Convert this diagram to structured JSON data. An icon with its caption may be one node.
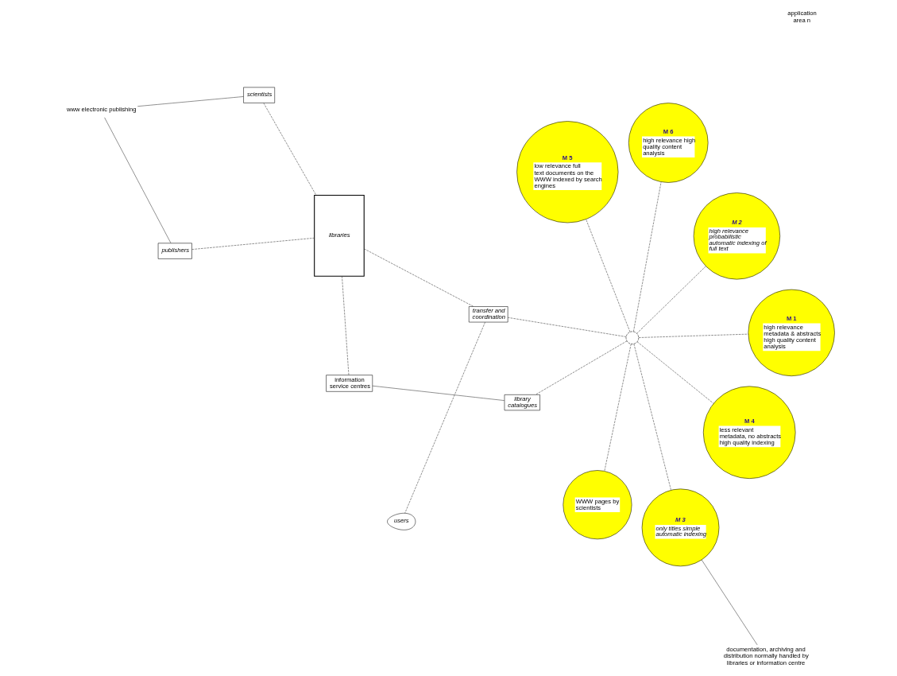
{
  "diagram": {
    "nodes": [
      {
        "text": [
          "documentation, archiving and distribution normally handled by libraries or information centre"
        ]
      },
      {
        "text": [
          "M 1",
          "high relevance metadata & abstracts high quality content analysis"
        ]
      },
      {
        "text": [
          "www electronic publishing"
        ]
      },
      {
        "text": [
          "publishers"
        ]
      },
      {
        "text": [
          "scientists"
        ]
      },
      {
        "text": [
          "libraries"
        ]
      },
      {
        "text": [
          "library catalogues"
        ]
      },
      {
        "text": [
          "information service centres"
        ]
      },
      {
        "text": [
          "WWW pages by scientists"
        ]
      },
      {
        "text": [
          "M 3",
          "only titles simple automatic indexing"
        ]
      },
      {
        "text": [],
        "shape": "circle"
      },
      {
        "text": [
          "transfer and coordination"
        ]
      },
      {
        "text": [
          "M 4",
          "less relevant metadata, no abstracts high quality indexing"
        ]
      },
      {
        "text": [
          "M 2",
          "high relevance probabilistic automatic indexing of full text"
        ]
      },
      {
        "text": [
          "M 5",
          "low relevance full text documents on the WWW indexed by search engines"
        ]
      },
      {
        "text": [
          "M 6",
          "high relevance high quality content analysis"
        ]
      },
      {
        "text": [
          "users"
        ]
      }
    ],
    "edges": [
      {
        "from": 0,
        "to": 9,
        "arrow": "none"
      },
      {
        "from": 2,
        "to": 3,
        "arrow": "none"
      },
      {
        "from": 2,
        "to": 4,
        "arrow": "none"
      },
      {
        "from": 6,
        "to": 7,
        "arrow": "none"
      },
      {
        "from": 3,
        "to": 5,
        "arrow": "none",
        "style": "dashed"
      },
      {
        "from": 4,
        "to": 5,
        "arrow": "none",
        "style": "dashed"
      },
      {
        "from": 7,
        "to": 5,
        "arrow": "none",
        "style": "dashed"
      },
      {
        "from": 5,
        "to": 11,
        "arrow": "none",
        "style": "dashed"
      },
      {
        "from": 11,
        "to": 16,
        "arrow": "none",
        "style": "dashed"
      },
      {
        "from": 10,
        "to": 1,
        "arrow": "none",
        "style": "dashed"
      },
      {
        "from": 10,
        "to": 8,
        "arrow": "none",
        "style": "dashed"
      },
      {
        "from": 10,
        "to": 12,
        "arrow": "none",
        "style": "dashed"
      },
      {
        "from": 10,
        "to": 15,
        "arrow": "none",
        "style": "dashed"
      },
      {
        "from": 10,
        "to": 14,
        "arrow": "none",
        "style": "dashed"
      },
      {
        "from": 10,
        "to": 13,
        "arrow": "none",
        "style": "dashed"
      },
      {
        "from": 10,
        "to": 9,
        "arrow": "none",
        "style": "dashed"
      },
      {
        "from": 10,
        "to": 6,
        "arrow": "none",
        "style": "dashed"
      },
      {
        "from": 10,
        "to": 11,
        "arrow": "none",
        "style": "dashed"
      }
    ],
    "labels": [
      "application area n"
    ]
  }
}
